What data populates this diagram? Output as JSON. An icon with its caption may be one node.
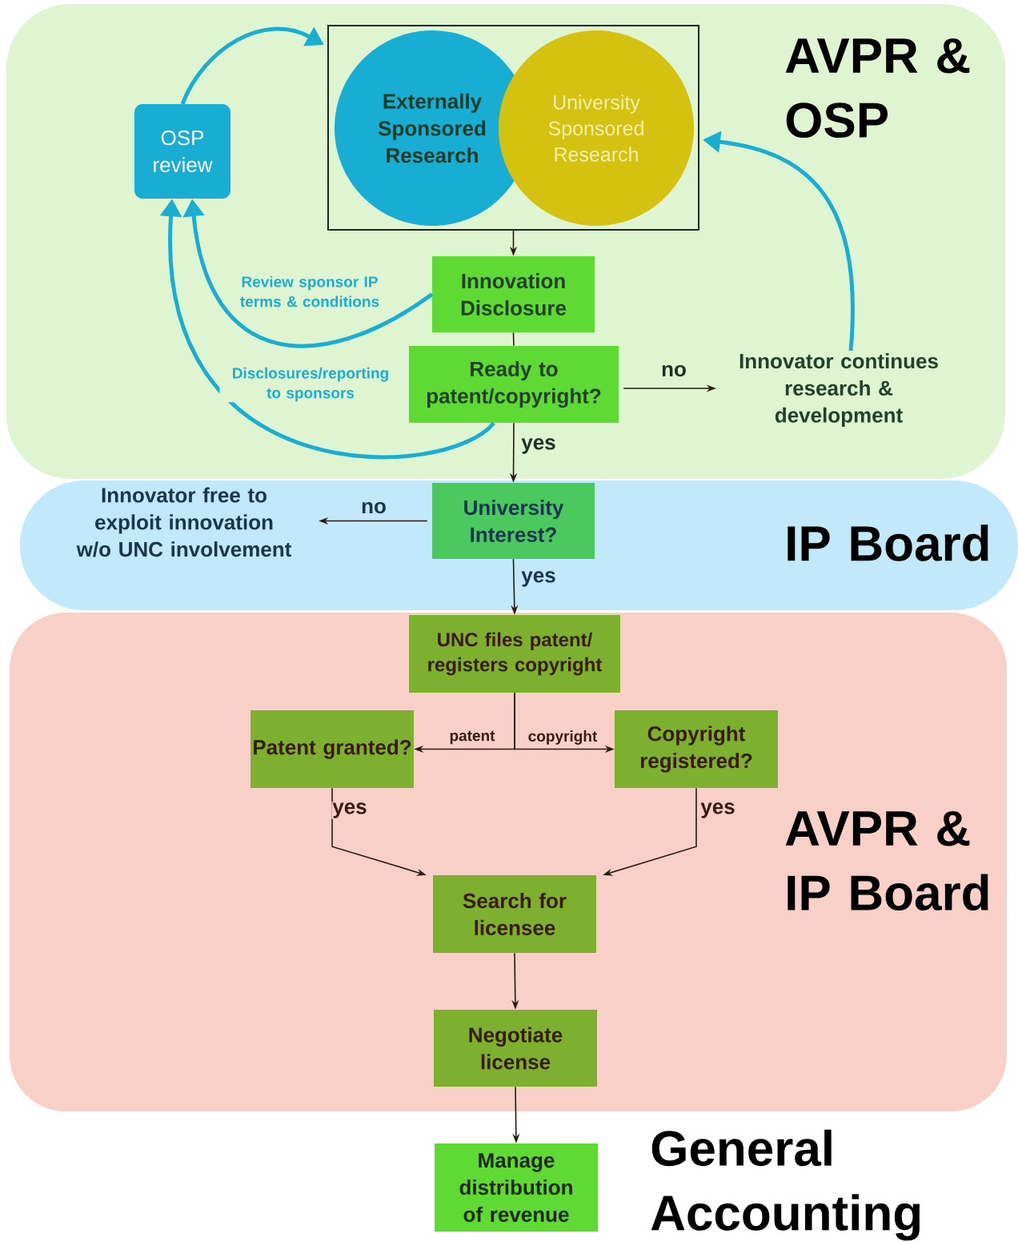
{
  "diagram": {
    "nodes": [
      {
        "text": [
          "AVPR & OSP"
        ]
      },
      {
        "text": [],
        "shape": "box",
        "in": 0
      },
      {
        "text": [
          "Externally Sponsored Research"
        ],
        "in": 1
      },
      {
        "text": [
          "University Sponsored Research"
        ],
        "in": 1
      },
      {
        "text": [
          "OSP review"
        ],
        "in": 0
      },
      {
        "text": [
          "Innovation Disclosure"
        ],
        "in": 0
      },
      {
        "text": [
          "Ready to patent/copyright?"
        ],
        "in": 0
      },
      {
        "text": [
          "Innovator continues research & development"
        ],
        "in": 0
      },
      {
        "text": [
          "IP Board"
        ]
      },
      {
        "text": [
          "University Interest?"
        ],
        "in": 8
      },
      {
        "text": [
          "Innovator free to exploit innovation w/o UNC involvement"
        ],
        "in": 8
      },
      {
        "text": [
          "AVPR & IP Board"
        ]
      },
      {
        "text": [
          "UNC files patent/ registers copyright"
        ],
        "in": 11
      },
      {
        "text": [
          "Patent granted?"
        ],
        "in": 11
      },
      {
        "text": [
          "Copyright registered?"
        ],
        "in": 11
      },
      {
        "text": [
          "Search for licensee"
        ],
        "in": 11
      },
      {
        "text": [
          "Negotiate license"
        ],
        "in": 11
      },
      {
        "text": [
          "Manage distribution of revenue"
        ]
      }
    ],
    "edges": [
      {
        "from": 4,
        "to": 1,
        "arrow": "to",
        "style": "thick",
        "color": "#19aed1"
      },
      {
        "from": 1,
        "to": 5,
        "arrow": "to"
      },
      {
        "from": 5,
        "to": 4,
        "arrow": "to",
        "label": "Review sponsor IP terms & conditions",
        "style": "thick",
        "color": "#19aed1"
      },
      {
        "from": 6,
        "to": 4,
        "arrow": "to",
        "label": "Disclosures/reporting to sponsors",
        "style": "thick",
        "color": "#19aed1"
      },
      {
        "from": 7,
        "to": 1,
        "arrow": "to",
        "style": "thick",
        "color": "#19aed1"
      },
      {
        "from": 5,
        "to": 6,
        "arrow": "none"
      },
      {
        "from": 6,
        "to": 7,
        "arrow": "to",
        "label": "no"
      },
      {
        "from": 6,
        "to": 9,
        "arrow": "to",
        "label": "yes"
      },
      {
        "from": 9,
        "to": 10,
        "arrow": "to",
        "label": "no"
      },
      {
        "from": 9,
        "to": 12,
        "arrow": "to",
        "label": "yes"
      },
      {
        "from": 12,
        "to": 13,
        "arrow": "to",
        "label": "patent"
      },
      {
        "from": 12,
        "to": 14,
        "arrow": "to",
        "label": "copyright"
      },
      {
        "from": 13,
        "to": 15,
        "arrow": "to",
        "label": "yes"
      },
      {
        "from": 14,
        "to": 15,
        "arrow": "to",
        "label": "yes"
      },
      {
        "from": 15,
        "to": 16,
        "arrow": "to"
      },
      {
        "from": 16,
        "to": 17,
        "arrow": "to"
      }
    ],
    "labels": [
      "General Accounting"
    ]
  }
}
